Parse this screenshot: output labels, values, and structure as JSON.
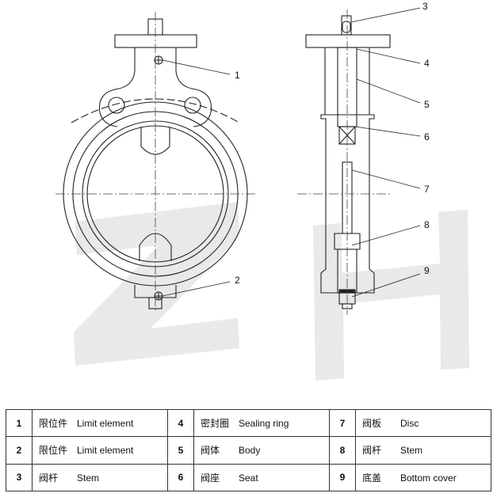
{
  "watermark": "ZH",
  "callouts": [
    "1",
    "2",
    "3",
    "4",
    "5",
    "6",
    "7",
    "8",
    "9"
  ],
  "parts": [
    {
      "no": "1",
      "zh": "限位件",
      "en": "Limit element"
    },
    {
      "no": "2",
      "zh": "限位件",
      "en": "Limit element"
    },
    {
      "no": "3",
      "zh": "阀杆",
      "en": "Stem"
    },
    {
      "no": "4",
      "zh": "密封圈",
      "en": "Sealing ring"
    },
    {
      "no": "5",
      "zh": "阀体",
      "en": "Body"
    },
    {
      "no": "6",
      "zh": "阀座",
      "en": "Seat"
    },
    {
      "no": "7",
      "zh": "阀板",
      "en": "Disc"
    },
    {
      "no": "8",
      "zh": "阀杆",
      "en": "Stem"
    },
    {
      "no": "9",
      "zh": "底盖",
      "en": "Bottom cover"
    }
  ]
}
